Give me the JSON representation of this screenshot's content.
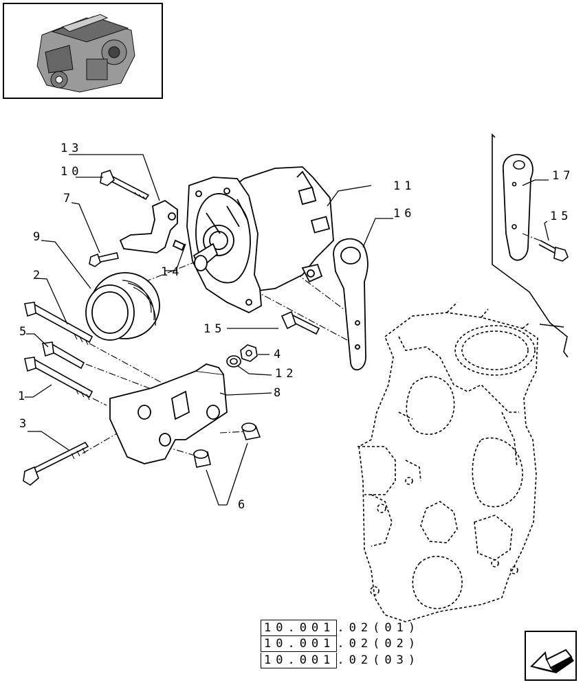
{
  "diagram": {
    "callouts": {
      "c1": "1",
      "c2": "2",
      "c3": "3",
      "c4": "4",
      "c5": "5",
      "c6": "6",
      "c7": "7",
      "c8": "8",
      "c9": "9",
      "c10": "10",
      "c11": "11",
      "c12": "12",
      "c13": "13",
      "c14": "14",
      "c15a": "15",
      "c15b": "15",
      "c16": "16",
      "c17": "17"
    }
  },
  "references": [
    {
      "prefix": "10.001",
      "suffix": ".02(01)"
    },
    {
      "prefix": "10.001",
      "suffix": ".02(02)"
    },
    {
      "prefix": "10.001",
      "suffix": ".02(03)"
    }
  ],
  "navigation": {
    "icon": "arrow-back-icon"
  }
}
